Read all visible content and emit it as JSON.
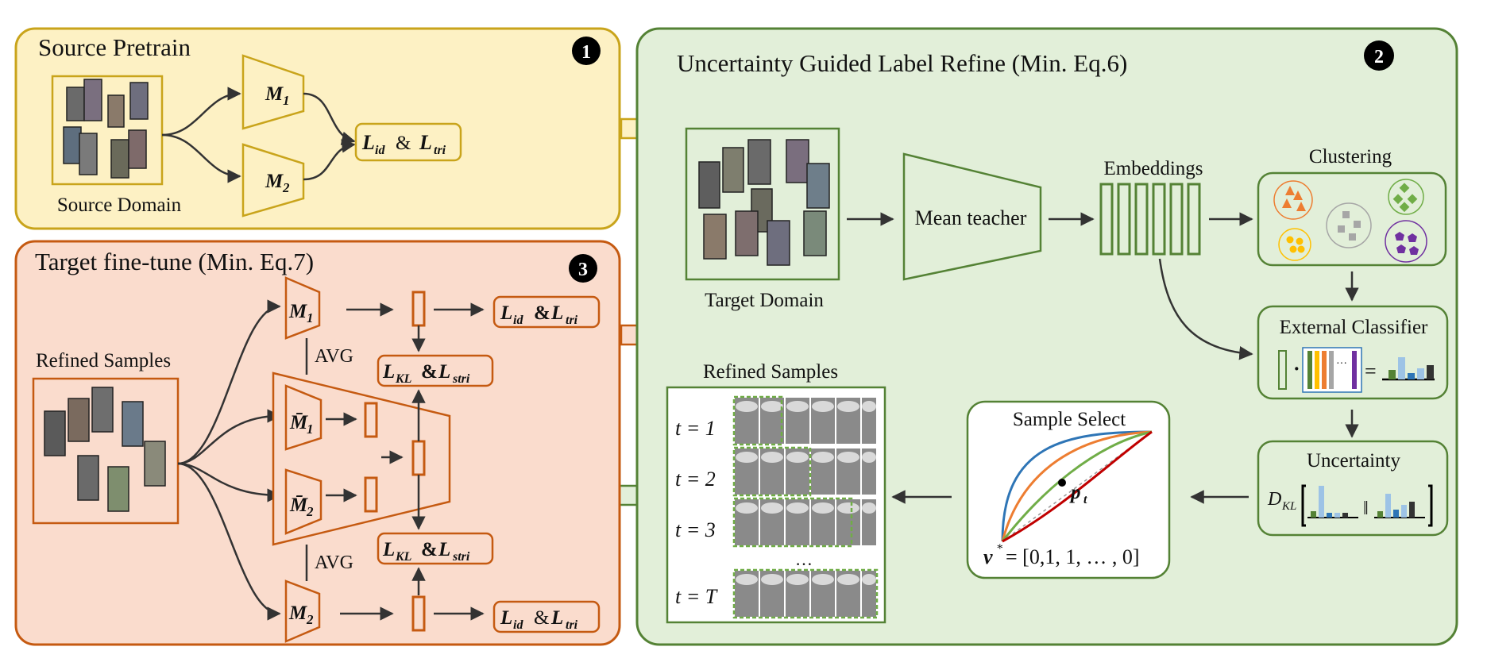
{
  "colors": {
    "yellow_fill": "#fdf1c4",
    "yellow_stroke": "#c9a41b",
    "orange_fill": "#fadccd",
    "orange_stroke": "#c55a11",
    "green_fill": "#e2efd9",
    "green_stroke": "#548235",
    "curve_blue": "#2e75b6",
    "curve_orange": "#ed7d31",
    "curve_green": "#70ad47",
    "curve_red": "#c00000",
    "purple": "#7030a0",
    "gold": "#ffc000"
  },
  "section1": {
    "title": "Source Pretrain",
    "badge": "1",
    "domain_label": "Source Domain",
    "model1": "M",
    "model1_sub": "1",
    "model2": "M",
    "model2_sub": "2",
    "loss": {
      "a": "L",
      "a_sub": "id",
      "amp": "&",
      "b": "L",
      "b_sub": "tri"
    }
  },
  "section2": {
    "title": "Uncertainty Guided Label Refine (Min. Eq.6)",
    "badge": "2",
    "domain_label": "Target Domain",
    "teacher": "Mean teacher",
    "embeddings": "Embeddings",
    "clustering": "Clustering",
    "external": "External Classifier",
    "uncertainty": "Uncertainty",
    "dkl": "D",
    "dkl_sub": "KL",
    "dot": "·",
    "equals": "=",
    "ellipsis": "···",
    "parallel": "‖",
    "sample_select": "Sample Select",
    "pt": "p",
    "pt_sub": "t",
    "vstar": "v",
    "vstar_sup": "*",
    "vstar_eq": "= [0,1, 1, … , 0]",
    "refined": "Refined Samples",
    "rows": [
      "t = 1",
      "t = 2",
      "t = 3",
      "t = T"
    ],
    "dots": "…"
  },
  "section3": {
    "title": "Target fine-tune (Min. Eq.7)",
    "badge": "3",
    "refined_label": "Refined Samples",
    "m1": "M",
    "m1_sub": "1",
    "m2": "M",
    "m2_sub": "2",
    "mb1": "M̄",
    "mb1_sub": "1",
    "mb2": "M̄",
    "mb2_sub": "2",
    "avg_top": "AVG",
    "avg_bottom": "AVG",
    "loss_top": {
      "a": "L",
      "a_sub": "id",
      "amp": "&",
      "b": "L",
      "b_sub": "tri"
    },
    "kl_top": {
      "a": "L",
      "a_sub": "KL",
      "amp": "&",
      "b": "L",
      "b_sub": "stri"
    },
    "kl_bottom": {
      "a": "L",
      "a_sub": "KL",
      "amp": "&",
      "b": "L",
      "b_sub": "stri"
    },
    "loss_bottom": {
      "a": "L",
      "a_sub": "id",
      "amp": "&",
      "b": "L",
      "b_sub": "tri"
    }
  }
}
